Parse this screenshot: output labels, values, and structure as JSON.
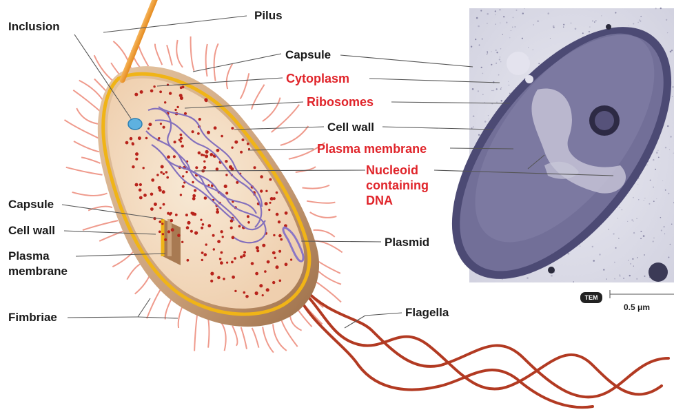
{
  "labels": {
    "pilus": "Pilus",
    "inclusion": "Inclusion",
    "capsule_right": "Capsule",
    "cytoplasm": "Cytoplasm",
    "ribosomes": "Ribosomes",
    "cell_wall_right": "Cell wall",
    "plasma_membrane_right": "Plasma membrane",
    "nucleoid_line1": "Nucleoid",
    "nucleoid_line2": "containing",
    "nucleoid_line3": "DNA",
    "capsule_left": "Capsule",
    "cell_wall_left": "Cell wall",
    "plasma_membrane_left_1": "Plasma",
    "plasma_membrane_left_2": "membrane",
    "plasmid": "Plasmid",
    "fimbriae": "Fimbriae",
    "flagella": "Flagella"
  },
  "micrograph": {
    "badge": "TEM",
    "scale_label": "0.5 μm"
  },
  "colors": {
    "highlight_label": "#e0242a",
    "normal_label": "#1a1a1a",
    "capsule": "#caa27c",
    "cell_wall": "#f0b417",
    "cytoplasm": "#f4e0c6",
    "ribosome": "#b8231b",
    "nucleoid": "#8b76c6",
    "fimbriae": "#ef9a8c",
    "flagella": "#b23a22",
    "micrograph_bg": "#dcdce8",
    "micrograph_cell": "#6a6890"
  }
}
